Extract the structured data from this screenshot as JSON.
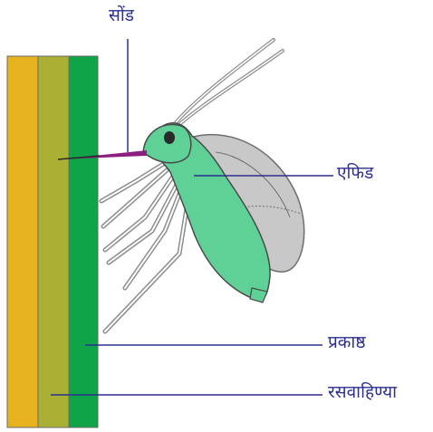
{
  "labels": {
    "stylet": "सोंड",
    "aphid": "एफिड",
    "cortex": "प्रकाष्ठ",
    "phloem": "रसवाहिण्या"
  },
  "colors": {
    "label_text": "#2b2f8f",
    "leader_line": "#2b2f8f",
    "layer_outer": "#e6b220",
    "layer_middle": "#aab034",
    "layer_inner": "#0fa447",
    "aphid_body": "#5fd196",
    "aphid_wing": "#c8c8c8",
    "stylet": "#8b1f80"
  }
}
